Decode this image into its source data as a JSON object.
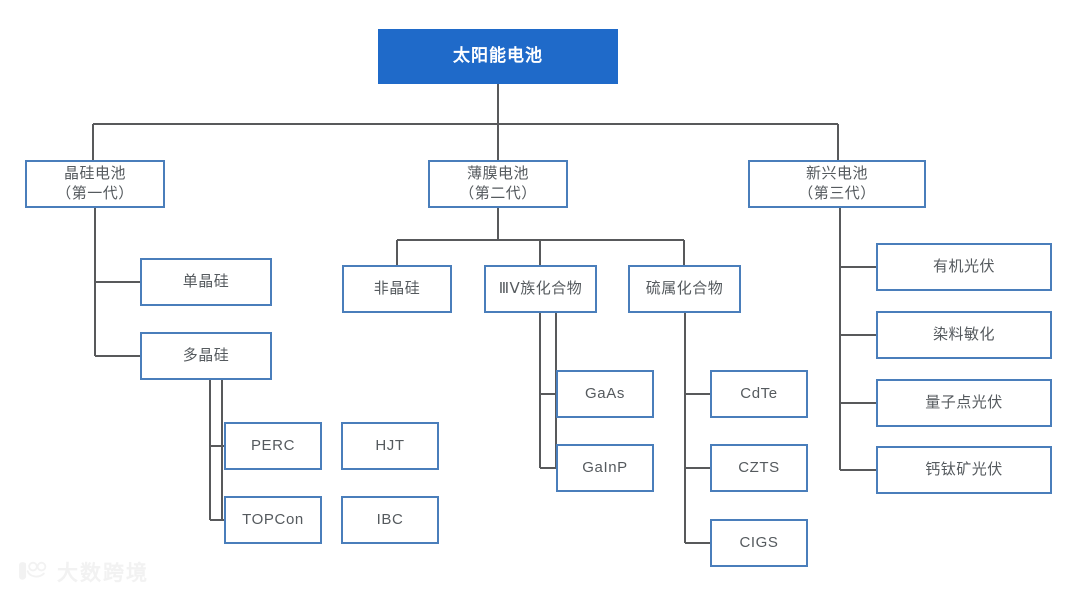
{
  "diagram": {
    "title": "太阳能电池分类树状图",
    "colors": {
      "root_fill": "#1f6ac9",
      "root_text": "#ffffff",
      "node_border": "#4a7ebb",
      "node_fill": "#ffffff",
      "node_text": "#555a5e",
      "connector": "#58595b",
      "watermark_text": "#f2f2f2"
    },
    "root": {
      "label": "太阳能电池"
    },
    "branches": [
      {
        "id": "crystalline",
        "label": "晶硅电池\n（第一代）",
        "children": [
          {
            "id": "mono",
            "label": "单晶硅",
            "children": []
          },
          {
            "id": "poly",
            "label": "多晶硅",
            "children": [
              {
                "id": "perc",
                "label": "PERC"
              },
              {
                "id": "topcon",
                "label": "TOPCon"
              }
            ],
            "unlinked": [
              {
                "id": "hjt",
                "label": "HJT"
              },
              {
                "id": "ibc",
                "label": "IBC"
              }
            ]
          }
        ]
      },
      {
        "id": "thinfilm",
        "label": "薄膜电池\n（第二代）",
        "children": [
          {
            "id": "amorphous",
            "label": "非晶硅",
            "children": []
          },
          {
            "id": "iii-v",
            "label": "ⅢⅤ族化合物",
            "children": [
              {
                "id": "gaas",
                "label": "GaAs"
              },
              {
                "id": "gainp",
                "label": "GaInP"
              }
            ]
          },
          {
            "id": "chalcogenide",
            "label": "硫属化合物",
            "children": [
              {
                "id": "cdte",
                "label": "CdTe"
              },
              {
                "id": "czts",
                "label": "CZTS"
              },
              {
                "id": "cigs",
                "label": "CIGS"
              }
            ]
          }
        ]
      },
      {
        "id": "emerging",
        "label": "新兴电池\n（第三代）",
        "children": [
          {
            "id": "opv",
            "label": "有机光伏"
          },
          {
            "id": "dssc",
            "label": "染料敏化"
          },
          {
            "id": "qdpv",
            "label": "量子点光伏"
          },
          {
            "id": "perovskite",
            "label": "钙钛矿光伏"
          }
        ]
      }
    ]
  },
  "watermark": {
    "text": "大数跨境",
    "logo_icon": "dashu-logo-icon"
  }
}
